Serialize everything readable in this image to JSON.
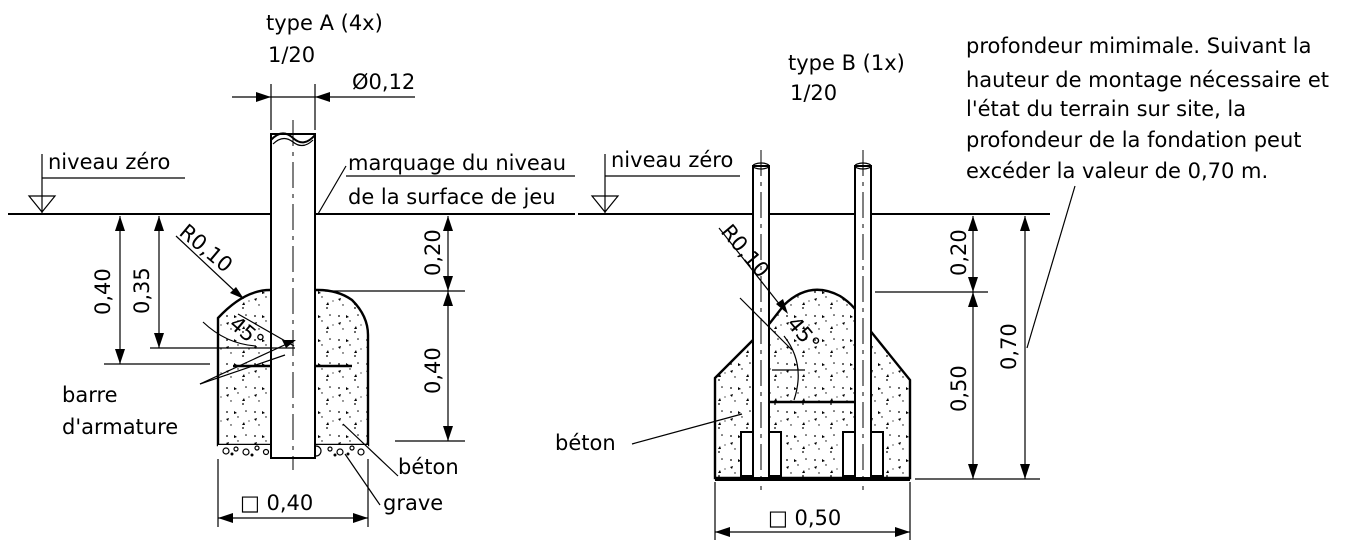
{
  "type_a": {
    "title": "type A (4x)",
    "scale": "1/20",
    "diameter": "Ø0,12",
    "ground_label": "niveau zéro",
    "marking_line1": "marquage du niveau",
    "marking_line2": "de la surface de jeu",
    "radius": "R0,10",
    "angle": "45°",
    "dim_040_left": "0,40",
    "dim_035": "0,35",
    "dim_020": "0,20",
    "dim_040_right": "0,40",
    "rebar_line1": "barre",
    "rebar_line2": "d'armature",
    "concrete": "béton",
    "gravel": "grave",
    "width": "□ 0,40"
  },
  "type_b": {
    "title": "type B (1x)",
    "scale": "1/20",
    "ground_label": "niveau zéro",
    "radius": "R0,10",
    "angle": "45°",
    "concrete": "béton",
    "dim_020": "0,20",
    "dim_050": "0,50",
    "dim_070": "0,70",
    "width": "□ 0,50"
  },
  "note": {
    "line1": "profondeur mimimale. Suivant la",
    "line2": "hauteur de montage nécessaire et",
    "line3": "l'état du terrain sur site, la",
    "line4": "profondeur de la fondation peut",
    "line5": "excéder la valeur de 0,70 m."
  }
}
